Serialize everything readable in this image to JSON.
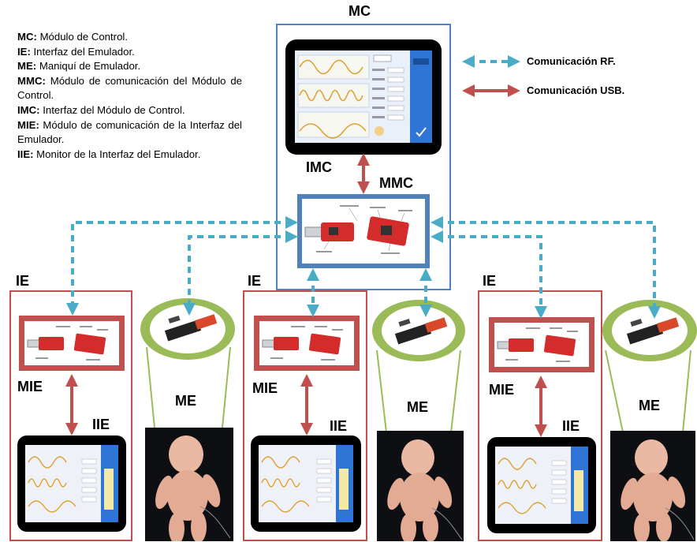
{
  "definitions": [
    {
      "abbr": "MC:",
      "text": " Módulo de Control."
    },
    {
      "abbr": "IE:",
      "text": " Interfaz del Emulador."
    },
    {
      "abbr": "ME:",
      "text": " Maniquí de Emulador."
    },
    {
      "abbr": "MMC:",
      "text": " Módulo de comunicación del Módulo de Control."
    },
    {
      "abbr": "IMC:",
      "text": " Interfaz del Módulo de Control."
    },
    {
      "abbr": "MIE:",
      "text": " Módulo de comunicación de la Interfaz del Emulador."
    },
    {
      "abbr": "IIE:",
      "text": " Monitor de la Interfaz del Emulador."
    }
  ],
  "legend": {
    "rf_label": "Comunicación RF.",
    "usb_label": "Comunicación USB.",
    "rf_color": "#4bacc6",
    "usb_color": "#c0504d"
  },
  "labels": {
    "mc": "MC",
    "imc": "IMC",
    "mmc": "MMC",
    "ie": "IE",
    "mie": "MIE",
    "iie": "IIE",
    "me": "ME"
  },
  "colors": {
    "mc_border": "#4f81bd",
    "ie_border": "#c0504d",
    "me_ellipse": "#9bbb59",
    "tablet_screen": "#e8eef8",
    "side_panel": "#2e75d6"
  },
  "icons": [
    "usb-board-icon",
    "rf-module-icon",
    "doll-photo",
    "waveform-icon",
    "check-icon"
  ]
}
